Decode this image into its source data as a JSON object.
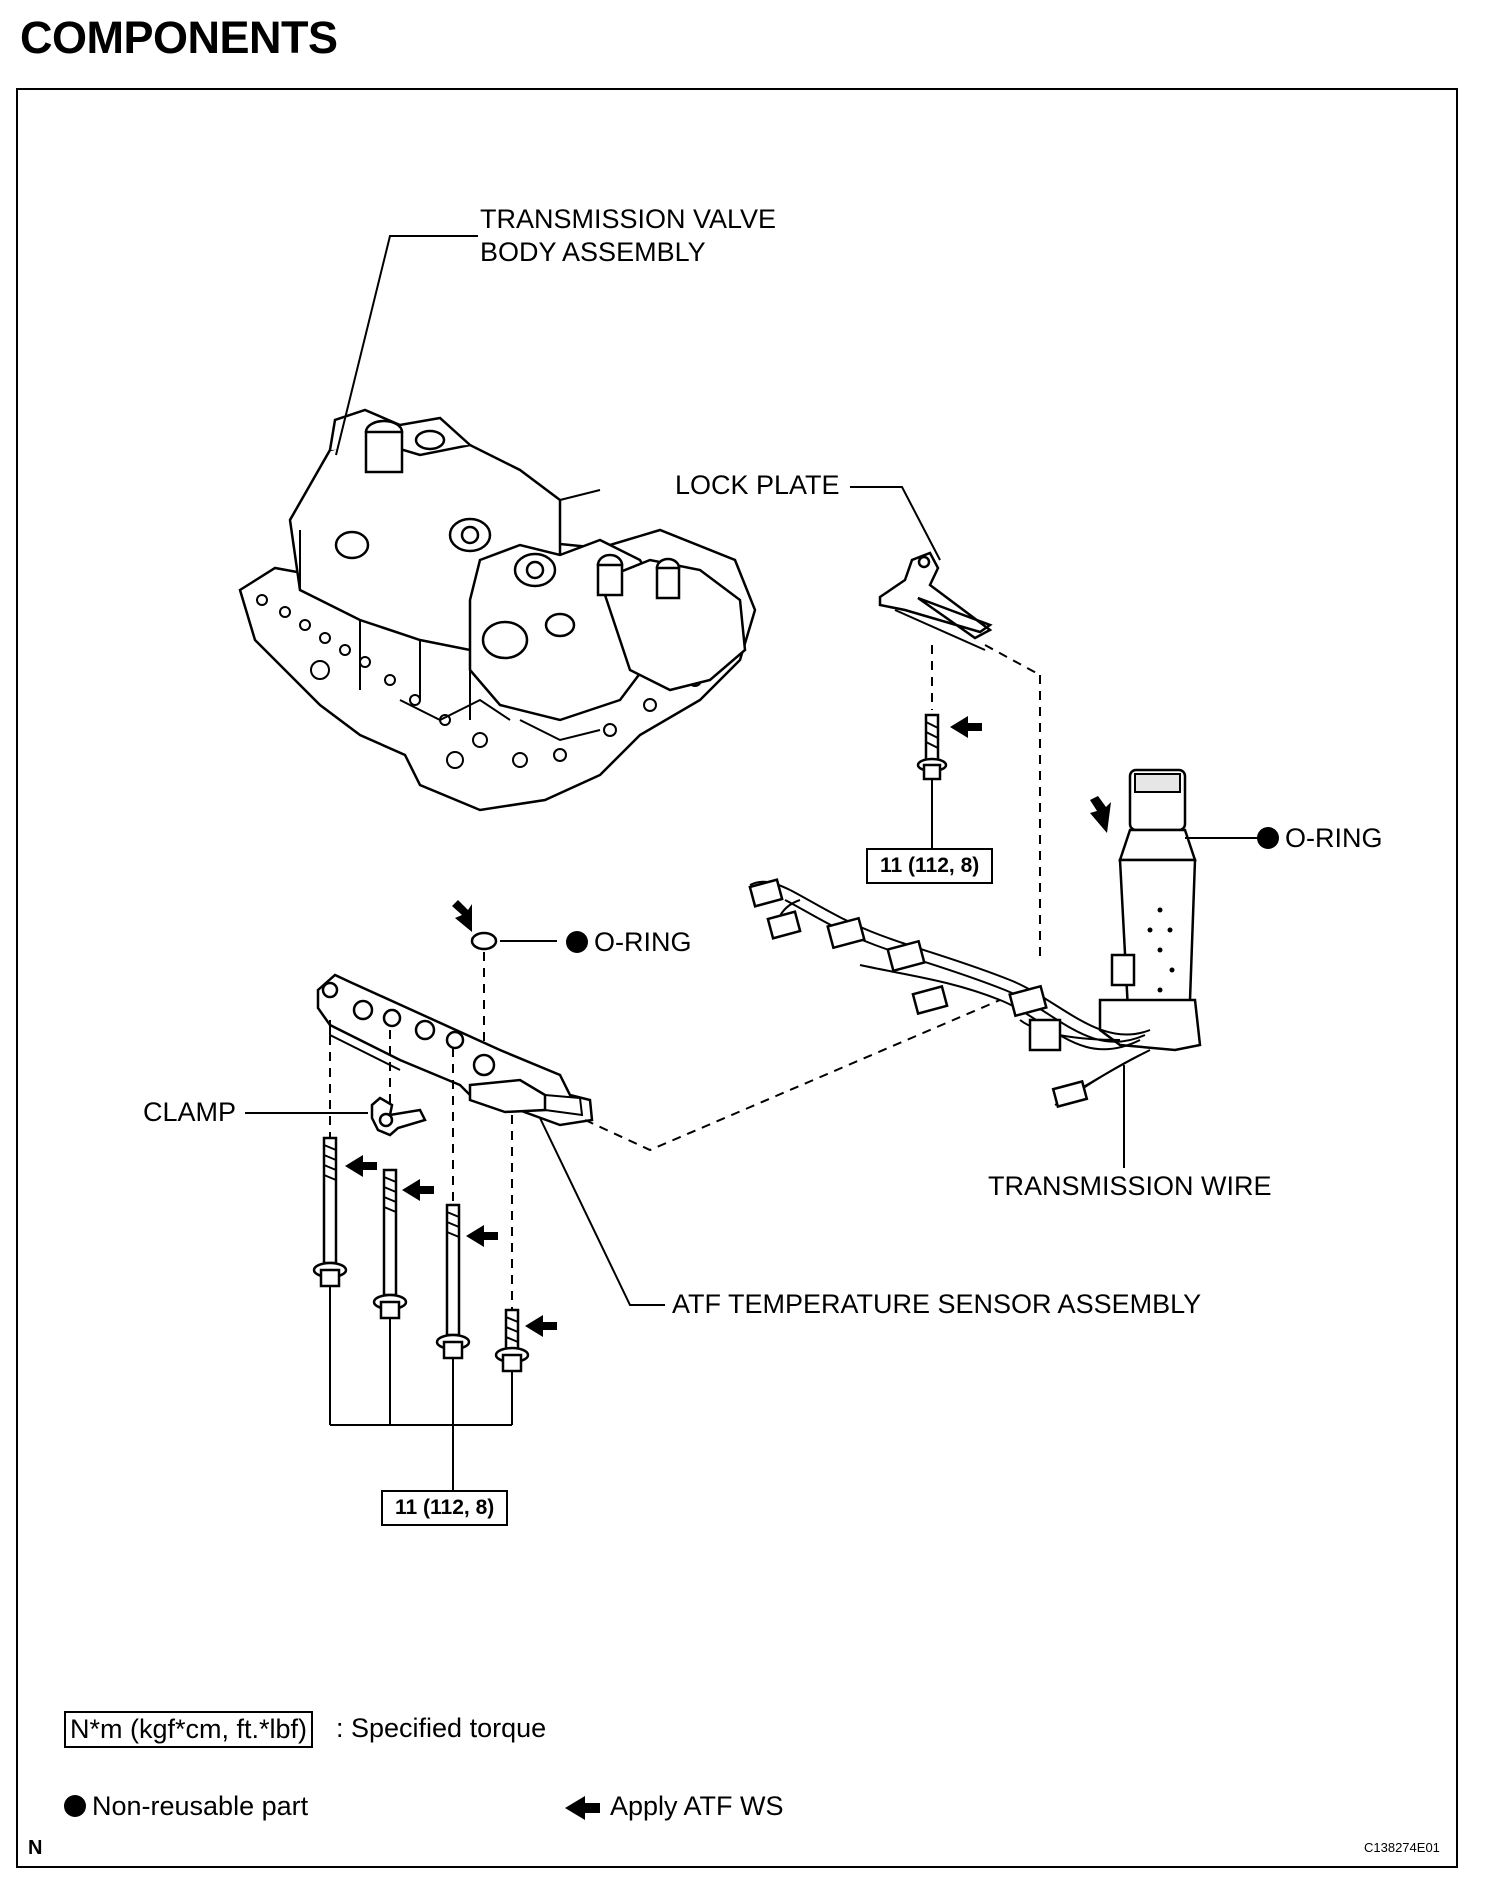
{
  "page": {
    "heading": "COMPONENTS",
    "corner_letter": "N",
    "figure_code": "C138274E01"
  },
  "labels": {
    "valve_body_line1": "TRANSMISSION VALVE",
    "valve_body_line2": "BODY ASSEMBLY",
    "lock_plate": "LOCK PLATE",
    "o_ring_upper": "O-RING",
    "o_ring_lower": "O-RING",
    "clamp": "CLAMP",
    "transmission_wire": "TRANSMISSION WIRE",
    "atf_sensor": "ATF TEMPERATURE SENSOR ASSEMBLY"
  },
  "torque": {
    "upper": "11 (112, 8)",
    "lower": "11 (112, 8)"
  },
  "legend": {
    "torque_unit": "N*m (kgf*cm, ft.*lbf)",
    "torque_text": ": Specified torque",
    "non_reusable": "Non-reusable part",
    "apply": "Apply ATF WS"
  },
  "icons": {
    "non_reusable": "filled-dot-icon",
    "apply": "left-arrow-icon"
  }
}
